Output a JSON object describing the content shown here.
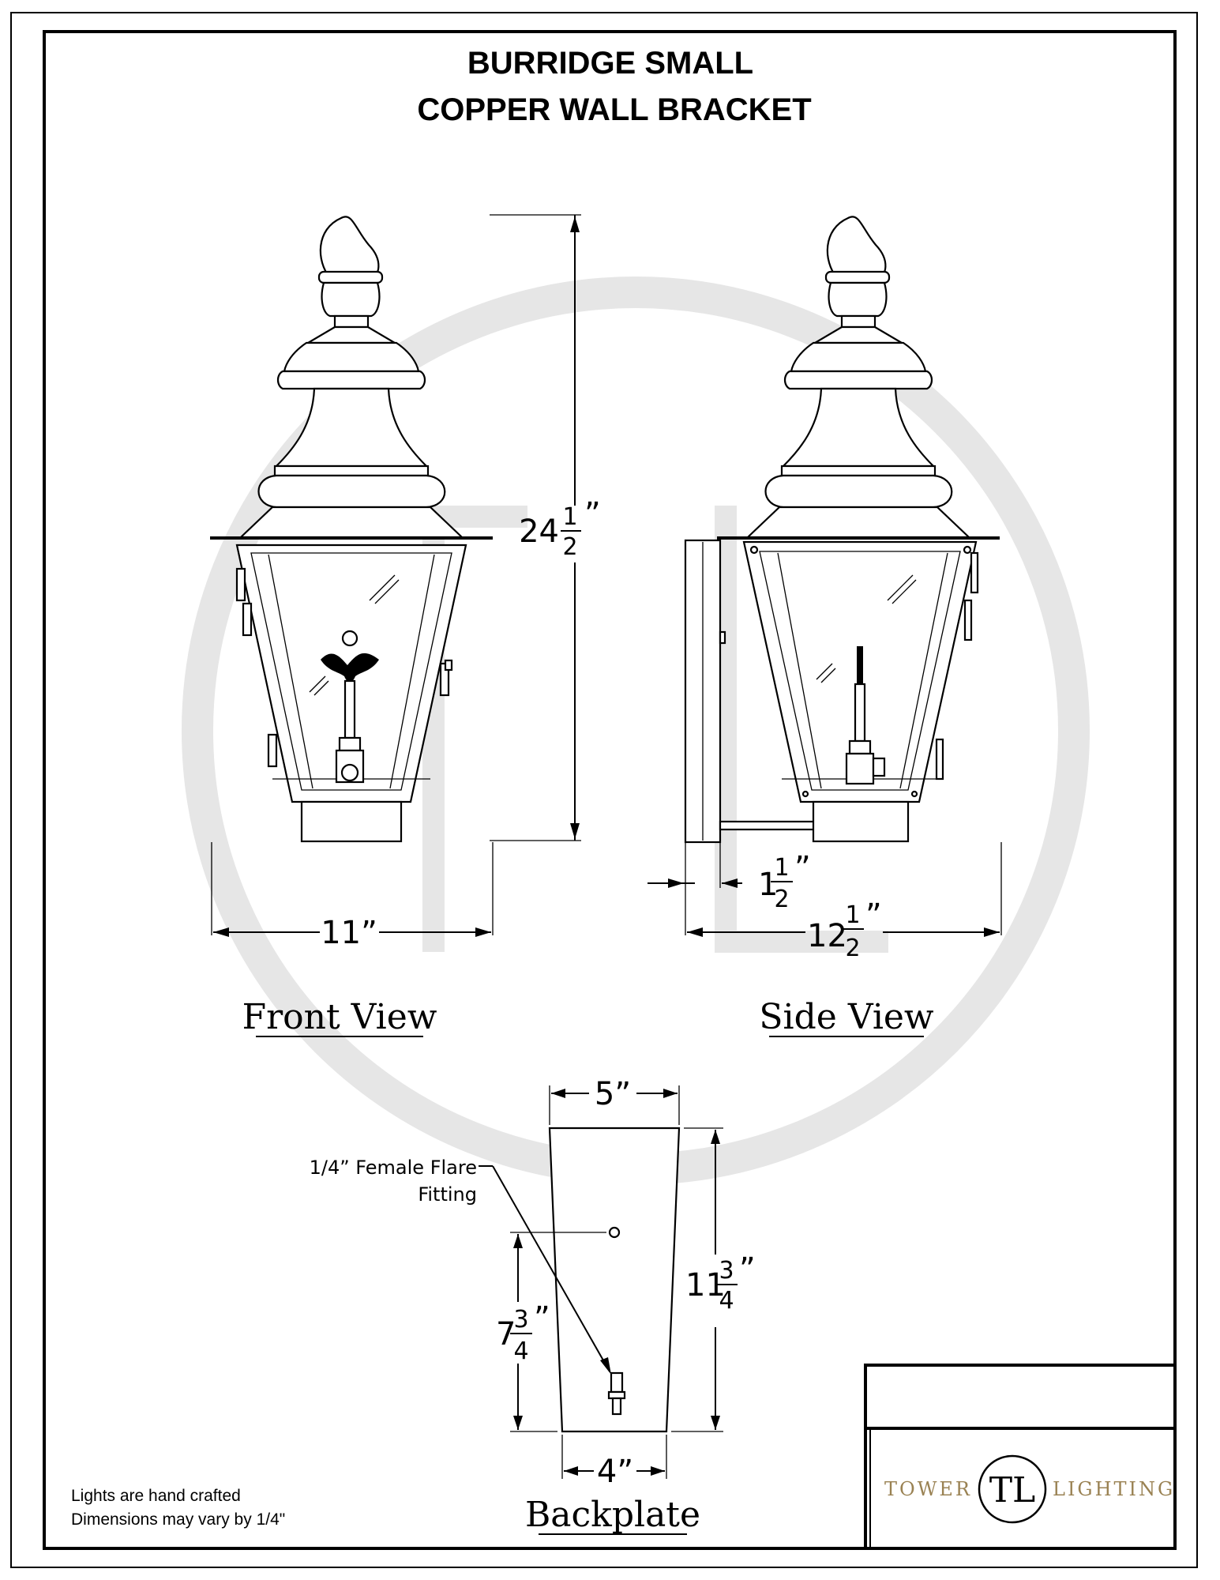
{
  "title": {
    "line1": "BURRIDGE SMALL",
    "line2": "COPPER WALL BRACKET"
  },
  "views": {
    "front": {
      "label": "Front View",
      "height_dim": {
        "whole": "24",
        "num": "1",
        "den": "2",
        "unit": "”"
      },
      "width_dim": "11”"
    },
    "side": {
      "label": "Side View",
      "offset_dim": {
        "whole": "1",
        "num": "1",
        "den": "2",
        "unit": "”"
      },
      "depth_dim": {
        "whole": "12",
        "num": "1",
        "den": "2",
        "unit": "”"
      }
    },
    "backplate": {
      "label": "Backplate",
      "top_width": "5”",
      "bottom_width": "4”",
      "height_dim": {
        "whole": "11",
        "num": "3",
        "den": "4",
        "unit": "”"
      },
      "fitting_height_dim": {
        "whole": "7",
        "num": "3",
        "den": "4",
        "unit": "”"
      },
      "fitting_callout": {
        "line1": "1/4” Female Flare",
        "line2": "Fitting"
      }
    }
  },
  "notes": {
    "line1": "Lights are hand crafted",
    "line2": "Dimensions may vary by 1/4\""
  },
  "title_block": {
    "brand_left": "TOWER",
    "brand_mark": "TL",
    "brand_right": "LIGHTING"
  },
  "watermark": {
    "monogram": "TL",
    "color": "#e6e6e6"
  },
  "colors": {
    "line": "#000000",
    "brand": "#9a8253",
    "watermark": "#e6e6e6"
  }
}
